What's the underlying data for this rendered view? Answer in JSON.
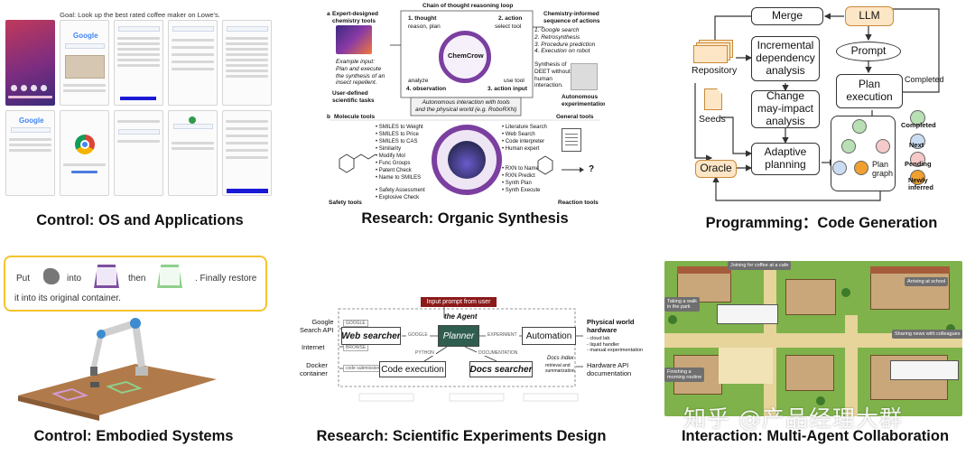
{
  "panels": {
    "os": {
      "goal": "Goal: Look up the best rated coffee maker on Lowe's.",
      "caption": "Control: OS and Applications"
    },
    "chem": {
      "caption": "Research: Organic Synthesis",
      "loop_title": "Chain of thought reasoning loop",
      "a_label": "a",
      "expert_tools": "Expert-designed\nchemistry tools",
      "thought": "1. thought",
      "thought_sub": "reason, plan",
      "action": "2. action",
      "action_sub": "select tool",
      "seq_title": "Chemistry-informed\nsequence of actions",
      "seq_items": "1. Google search\n2. Retrosynthesis\n3. Procedure prediction\n4. Execution on robot",
      "example_input": "Example input:\nPlan and execute\nthe synthesis of an\ninsect repellent.",
      "user_tasks": "User-defined\nscientific tasks",
      "analyze": "analyze",
      "observation": "4. observation",
      "use_tool": "use tool",
      "action_input": "3. action input",
      "center": "ChemCrow",
      "synthesis_note": "Synthesis of\nDEET without\nhuman\ninteraction.",
      "autonomous": "Autonomous\nexperimentation",
      "physical": "Autonomous interaction with tools\nand the physical world (e.g. RoboRXN)",
      "b_label": "b",
      "molecule_tools": "Molecule tools",
      "general_tools": "General tools",
      "mol_list": "• SMILES to Weight\n• SMILES to Price\n• SMILES to CAS\n• Similarity\n• Modify Mol\n• Func Groups\n• Patent Check\n• Name to SMILES",
      "safety_list": "• Safety Assessment\n• Explosive Check",
      "gen_list": "• Literature Search\n• Web Search\n• Code interpreter\n• Human expert",
      "rxn_list": "• RXN to Name\n• RXN Predict\n• Synth Plan\n• Synth Execute",
      "safety_tools": "Safety tools",
      "reaction_tools": "Reaction tools",
      "question": "?"
    },
    "code": {
      "caption": "Programming：Code Generation",
      "merge": "Merge",
      "llm": "LLM",
      "repository": "Repository",
      "incremental": "Incremental\ndependency\nanalysis",
      "prompt": "Prompt",
      "completed_arrow": "Completed",
      "change": "Change\nmay-impact\nanalysis",
      "plan_exec": "Plan\nexecution",
      "seeds": "Seeds",
      "adaptive": "Adaptive\nplanning",
      "oracle": "Oracle",
      "plan_graph": "Plan\ngraph",
      "legend_completed": "Completed",
      "legend_next": "Next",
      "legend_pending": "Pending",
      "legend_new": "Newly\ninferred"
    },
    "embodied": {
      "caption": "Control: Embodied Systems",
      "put": "Put",
      "into": "into",
      "then": "then",
      "restore": ". Finally restore",
      "restore2": "it into its original container."
    },
    "sci": {
      "caption": "Research:  Scientific Experiments Design",
      "input_prompt": "Input prompt from user",
      "agent": "the Agent",
      "google_api": "Google\nSearch API",
      "internet": "Internet",
      "docker": "Docker\ncontainer",
      "web_searcher": "Web searcher",
      "planner": "Planner",
      "automation": "Automation",
      "code_exec": "Code execution",
      "docs_searcher": "Docs searcher",
      "google_tag": "GOOGLE",
      "experiment_tag": "EXPERIMENT",
      "python_tag": "PYTHON",
      "documentation_tag": "DOCUMENTATION",
      "physical": "Physical world\nhardware",
      "hardware_list": "- cloud lab\n- liquid handler\n- manual experimentation",
      "hardware_api": "Hardware API\ndocumentation",
      "docs_index": "Docs index",
      "retrieval": "retrieval and\nsummarization",
      "small_google": "GOOGLE",
      "small_browse": "BROWSE",
      "code_submission": "code submission"
    },
    "multi": {
      "caption": "Interaction: Multi-Agent Collaboration",
      "joining": "Joining for coffee at a cafe",
      "arriving": "Arriving at school",
      "walk": "Taking a walk\nin the park",
      "sharing": "Sharing news with colleagues",
      "finishing": "Finishing a\nmorning routine",
      "watermark": "知乎 @产品经理大群"
    }
  },
  "colors": {
    "purple": "#7b3fa0",
    "orange_fill": "#fde6c6",
    "orange_border": "#c98a3a",
    "yellow_border": "#f4c430",
    "dark_green": "#2f5d4f",
    "input_red": "#8b1a1a",
    "completed_green": "#b9e0b4",
    "next_blue": "#c9dcf2",
    "pending_red": "#f6c9c9",
    "new_orange": "#f0a02e"
  }
}
